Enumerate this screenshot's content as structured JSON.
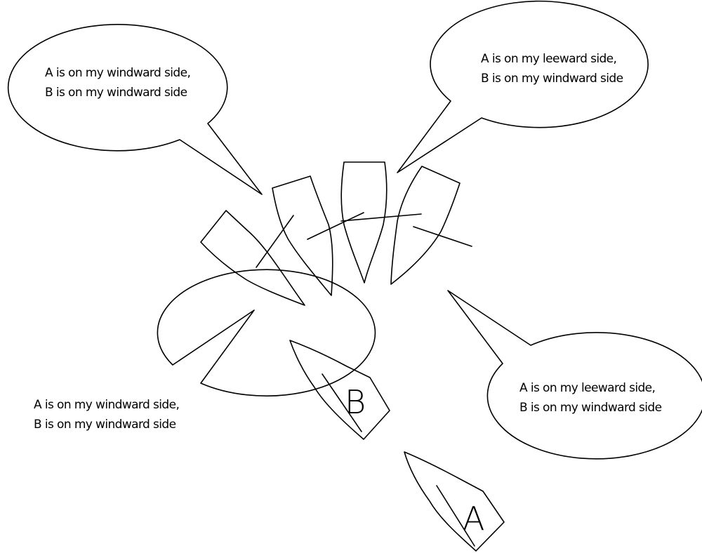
{
  "bubbles": [
    {
      "id": "top-left",
      "line1": "A is on my windward side,",
      "line2": "B is on my windward side"
    },
    {
      "id": "top-right",
      "line1": "A is on my leeward side,",
      "line2": "B is on my windward side"
    },
    {
      "id": "bottom-left",
      "line1": "A is on my windward side,",
      "line2": "B is on my windward side"
    },
    {
      "id": "bottom-right",
      "line1": "A is on my leeward side,",
      "line2": "B is on my windward side"
    }
  ],
  "boats": {
    "a_label": "A",
    "b_label": "B"
  }
}
